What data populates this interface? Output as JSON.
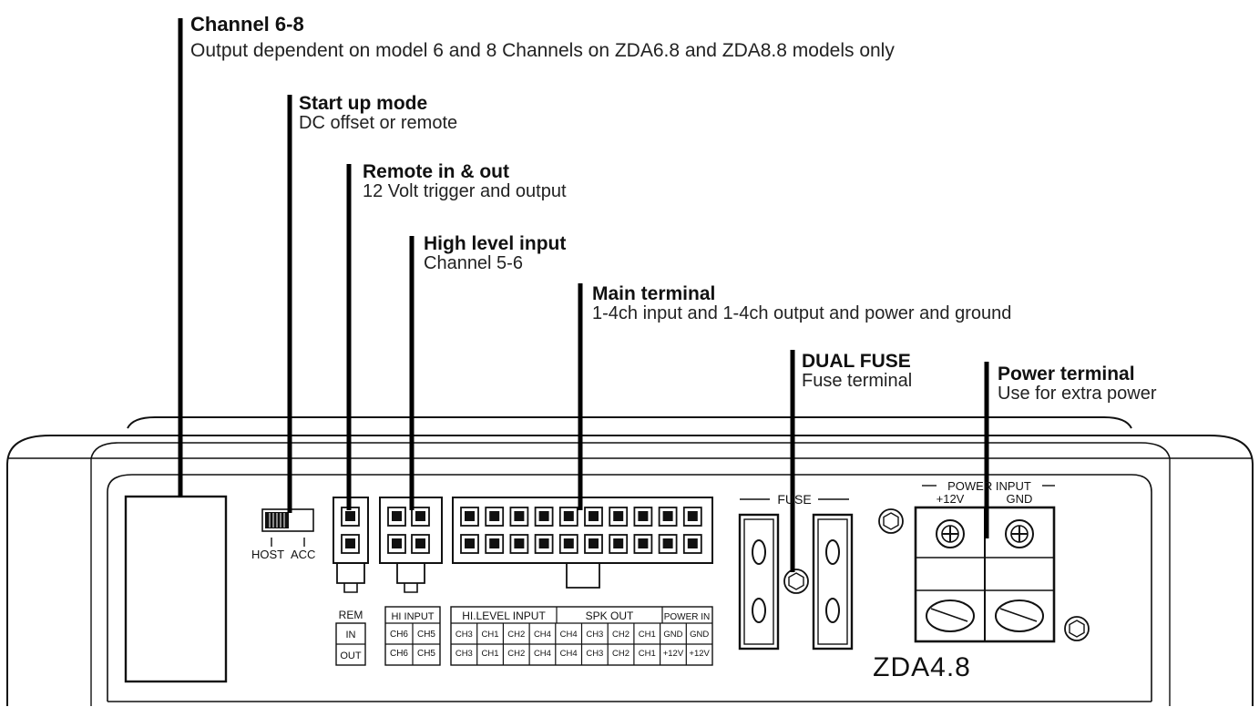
{
  "callouts": [
    {
      "id": "channel-6-8",
      "title": "Channel 6-8",
      "desc": "Output dependent on model 6 and 8 Channels on ZDA6.8 and ZDA8.8 models only"
    },
    {
      "id": "start-up-mode",
      "title": "Start up mode",
      "desc": "DC offset or remote"
    },
    {
      "id": "remote-in-out",
      "title": "Remote in & out",
      "desc": "12 Volt trigger and output"
    },
    {
      "id": "high-level-input",
      "title": "High level input",
      "desc": "Channel 5-6"
    },
    {
      "id": "main-terminal",
      "title": "Main terminal",
      "desc": "1-4ch input and 1-4ch output and power and ground"
    },
    {
      "id": "dual-fuse",
      "title": "DUAL FUSE",
      "desc": "Fuse terminal"
    },
    {
      "id": "power-terminal",
      "title": "Power terminal",
      "desc": "Use for extra power"
    }
  ],
  "panel": {
    "switch_labels": [
      "HOST",
      "ACC"
    ],
    "rem_label": "REM",
    "rem_rows": [
      "IN",
      "OUT"
    ],
    "hi_input_label": "HI INPUT",
    "hi_input_top": [
      "CH6",
      "CH5"
    ],
    "hi_input_bottom": [
      "CH6",
      "CH5"
    ],
    "hi_level_label": "HI.LEVEL INPUT",
    "spk_out_label": "SPK OUT",
    "power_in_label": "POWER IN",
    "bottom_top": [
      "CH3",
      "CH1",
      "CH2",
      "CH4",
      "CH4",
      "CH3",
      "CH2",
      "CH1",
      "GND",
      "GND"
    ],
    "bottom_bottom": [
      "CH3",
      "CH1",
      "CH2",
      "CH4",
      "CH4",
      "CH3",
      "CH2",
      "CH1",
      "+12V",
      "+12V"
    ],
    "fuse_label": "FUSE",
    "power_input_label": "POWER INPUT",
    "power_plus_label": "+12V",
    "power_gnd_label": "GND",
    "model_name": "ZDA4.8"
  }
}
